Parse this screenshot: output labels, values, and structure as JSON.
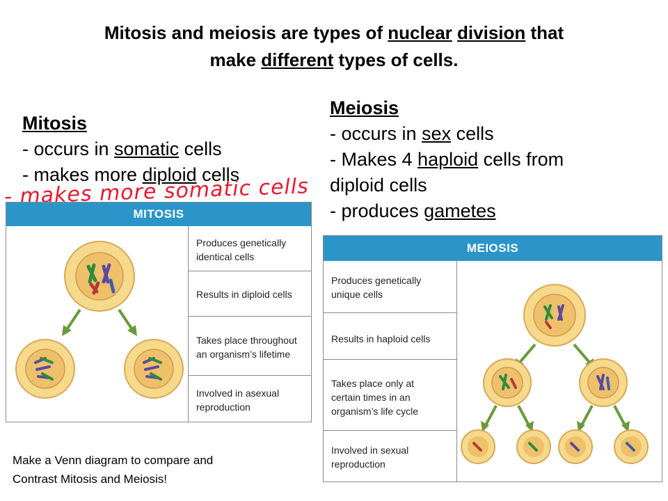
{
  "title": {
    "pre": "Mitosis and meiosis are types of ",
    "u1": "nuclear",
    "mid1": " ",
    "u2": "division",
    "mid2": " that",
    "line2_pre": "make ",
    "u3": "different",
    "post": " types of cells."
  },
  "mitosis_text": {
    "heading": "Mitosis",
    "line1_pre": "- occurs in ",
    "line1_u": "somatic",
    "line1_post": " cells",
    "line2_pre": "- makes more ",
    "line2_u": "diploid",
    "line2_post": " cells"
  },
  "handwritten_note": "- makes more somatic cells",
  "meiosis_text": {
    "heading": "Meiosis",
    "line1_pre": "- occurs in ",
    "line1_u": "sex",
    "line1_post": " cells",
    "line2_pre": "- Makes 4 ",
    "line2_u": "haploid",
    "line2_post": " cells from",
    "line3": "diploid cells",
    "line4_pre": "- produces ",
    "line4_u": "gametes"
  },
  "mitosis_table": {
    "header": "MITOSIS",
    "rows": [
      {
        "line1": "Produces genetically",
        "line2": "identical cells"
      },
      {
        "line1": "Results in diploid cells",
        "line2": ""
      },
      {
        "line1": "Takes place throughout",
        "line2": "an organism’s lifetime"
      },
      {
        "line1": "Involved in asexual",
        "line2": "reproduction"
      }
    ]
  },
  "meiosis_table": {
    "header": "MEIOSIS",
    "rows": [
      {
        "line1": "Produces genetically",
        "line2": "unique cells",
        "line3": ""
      },
      {
        "line1": "Results in haploid cells",
        "line2": "",
        "line3": ""
      },
      {
        "line1": "Takes place only at",
        "line2": "certain times in an",
        "line3": "organism’s life cycle"
      },
      {
        "line1": "Involved in sexual",
        "line2": "reproduction",
        "line3": ""
      }
    ]
  },
  "assignment_note": {
    "line1": "Make a Venn diagram to compare and",
    "line2": "Contrast Mitosis and Meiosis!"
  },
  "colors": {
    "table_header": "#2b95c9",
    "cell_outer": "#f6d98a",
    "cell_inner": "#eec06a",
    "arrow": "#6a9a3a",
    "handwriting": "#e8182f"
  }
}
